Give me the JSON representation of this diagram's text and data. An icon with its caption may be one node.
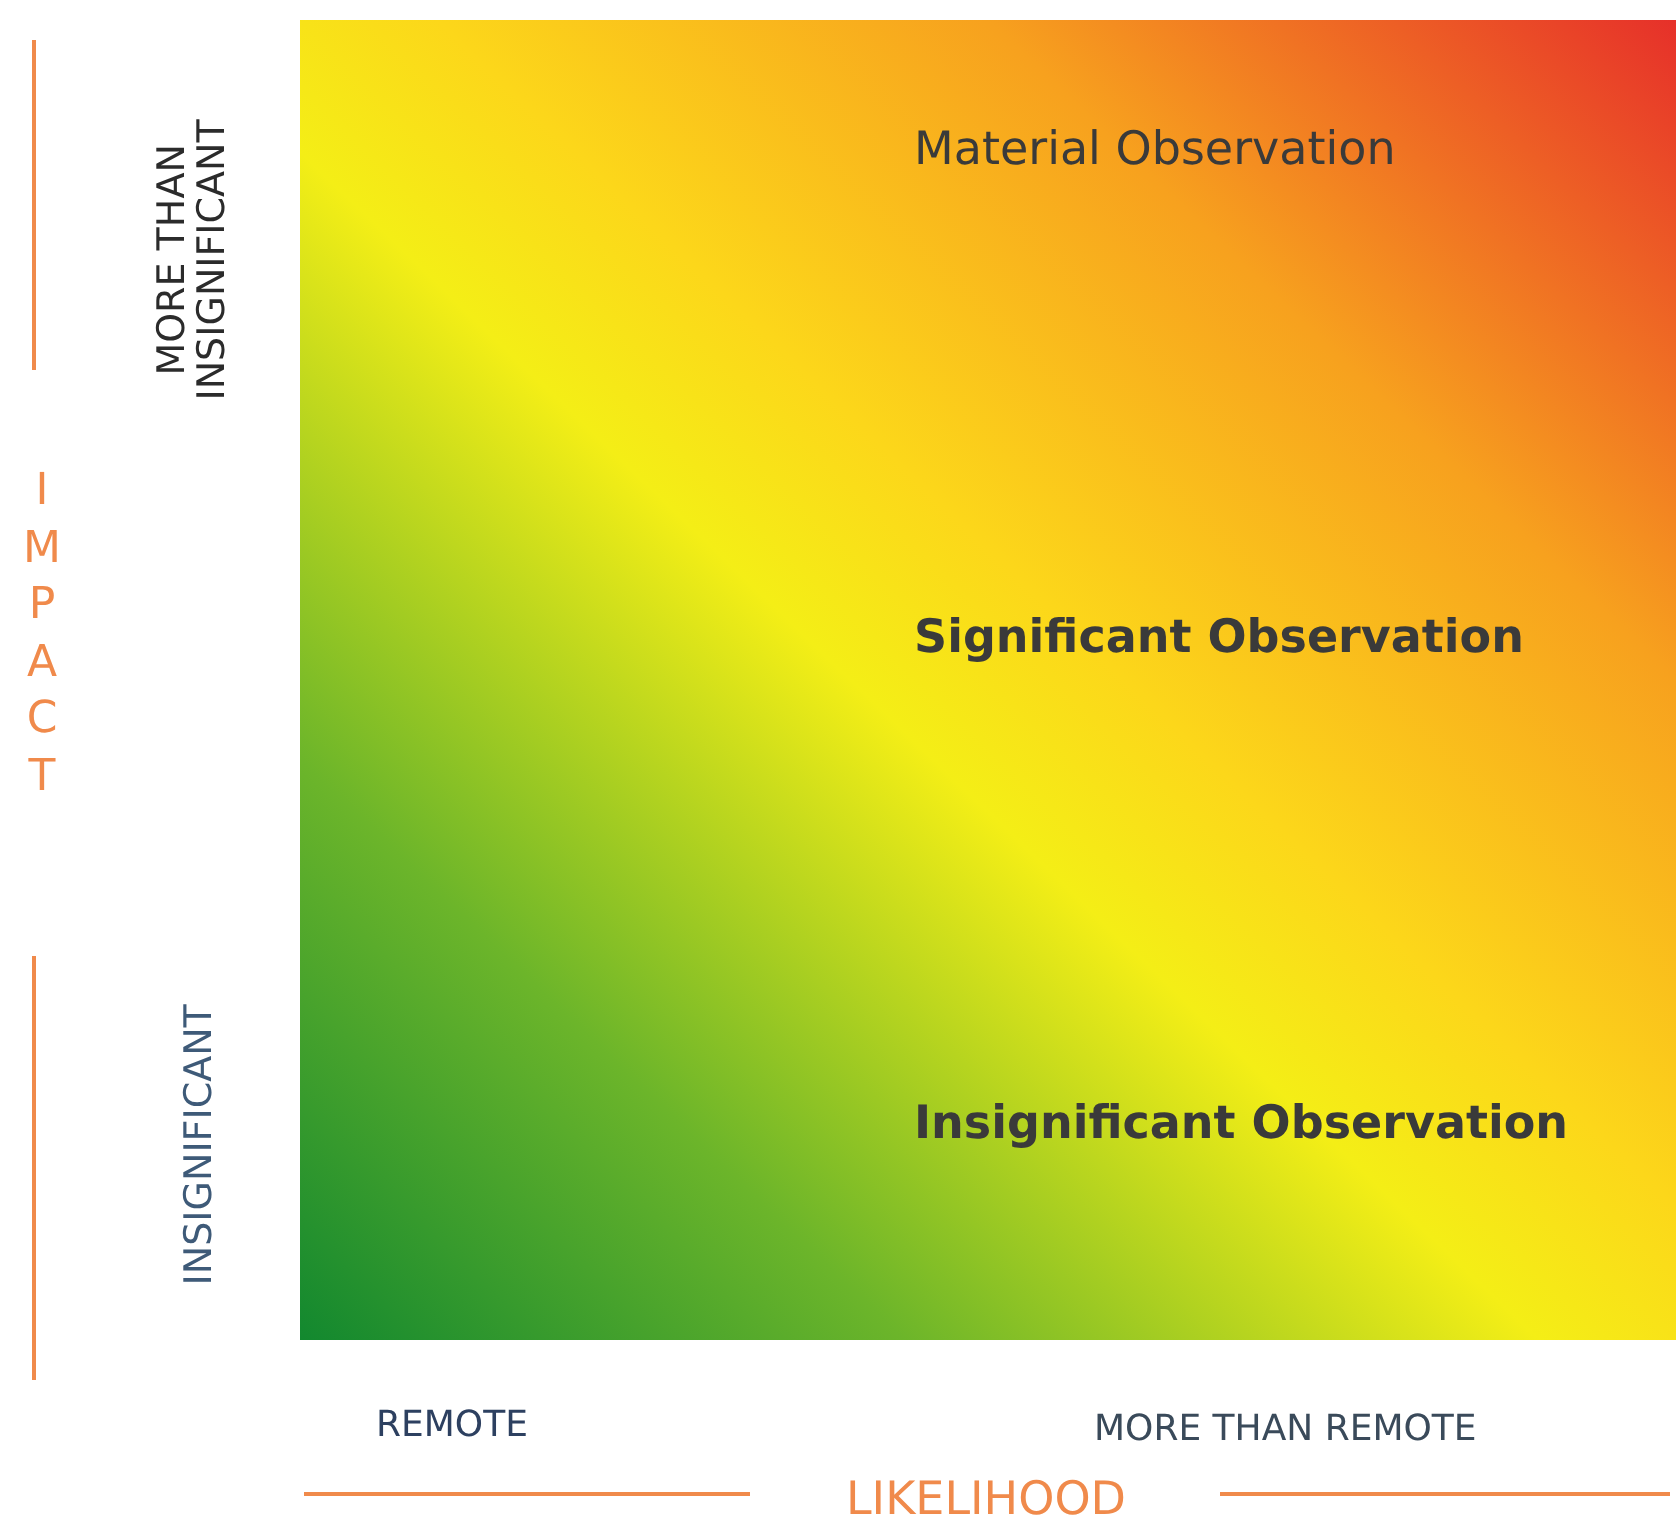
{
  "diagram": {
    "labels": [
      "MORE THAN INSIGNIFICANT",
      "IMPACT",
      "INSIGNIFICANT",
      "Material Observation",
      "Significant Observation",
      "Insignificant Observation",
      "REMOTE",
      "MORE THAN REMOTE",
      "LIKELIHOOD"
    ]
  }
}
